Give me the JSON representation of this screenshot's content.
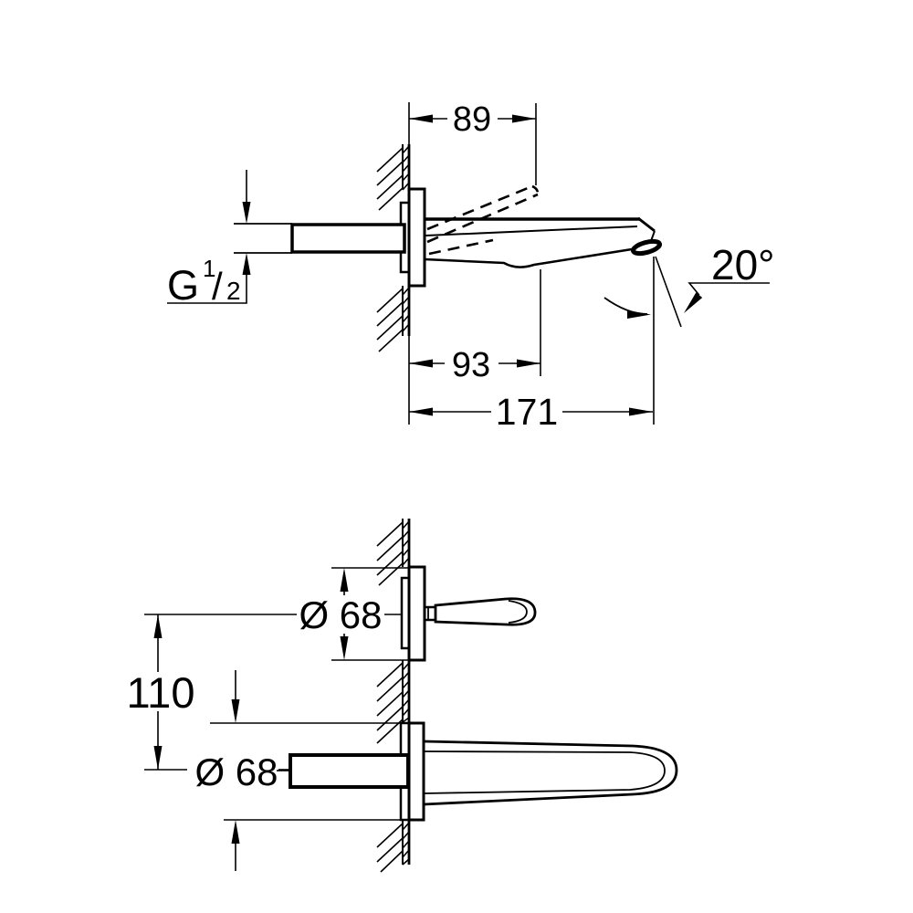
{
  "side_view": {
    "handle_projection": "89",
    "outlet_distance": "93",
    "total_projection": "171",
    "outlet_angle": "20°",
    "thread": {
      "prefix": "G",
      "numerator": "1",
      "slash": "/",
      "denominator": "2"
    }
  },
  "plan_view": {
    "handle_escutcheon_diameter": "Ø 68",
    "spout_escutcheon_diameter": "Ø 68",
    "vertical_center_distance": "110"
  },
  "colors": {
    "line": "#000000",
    "background": "#ffffff"
  }
}
